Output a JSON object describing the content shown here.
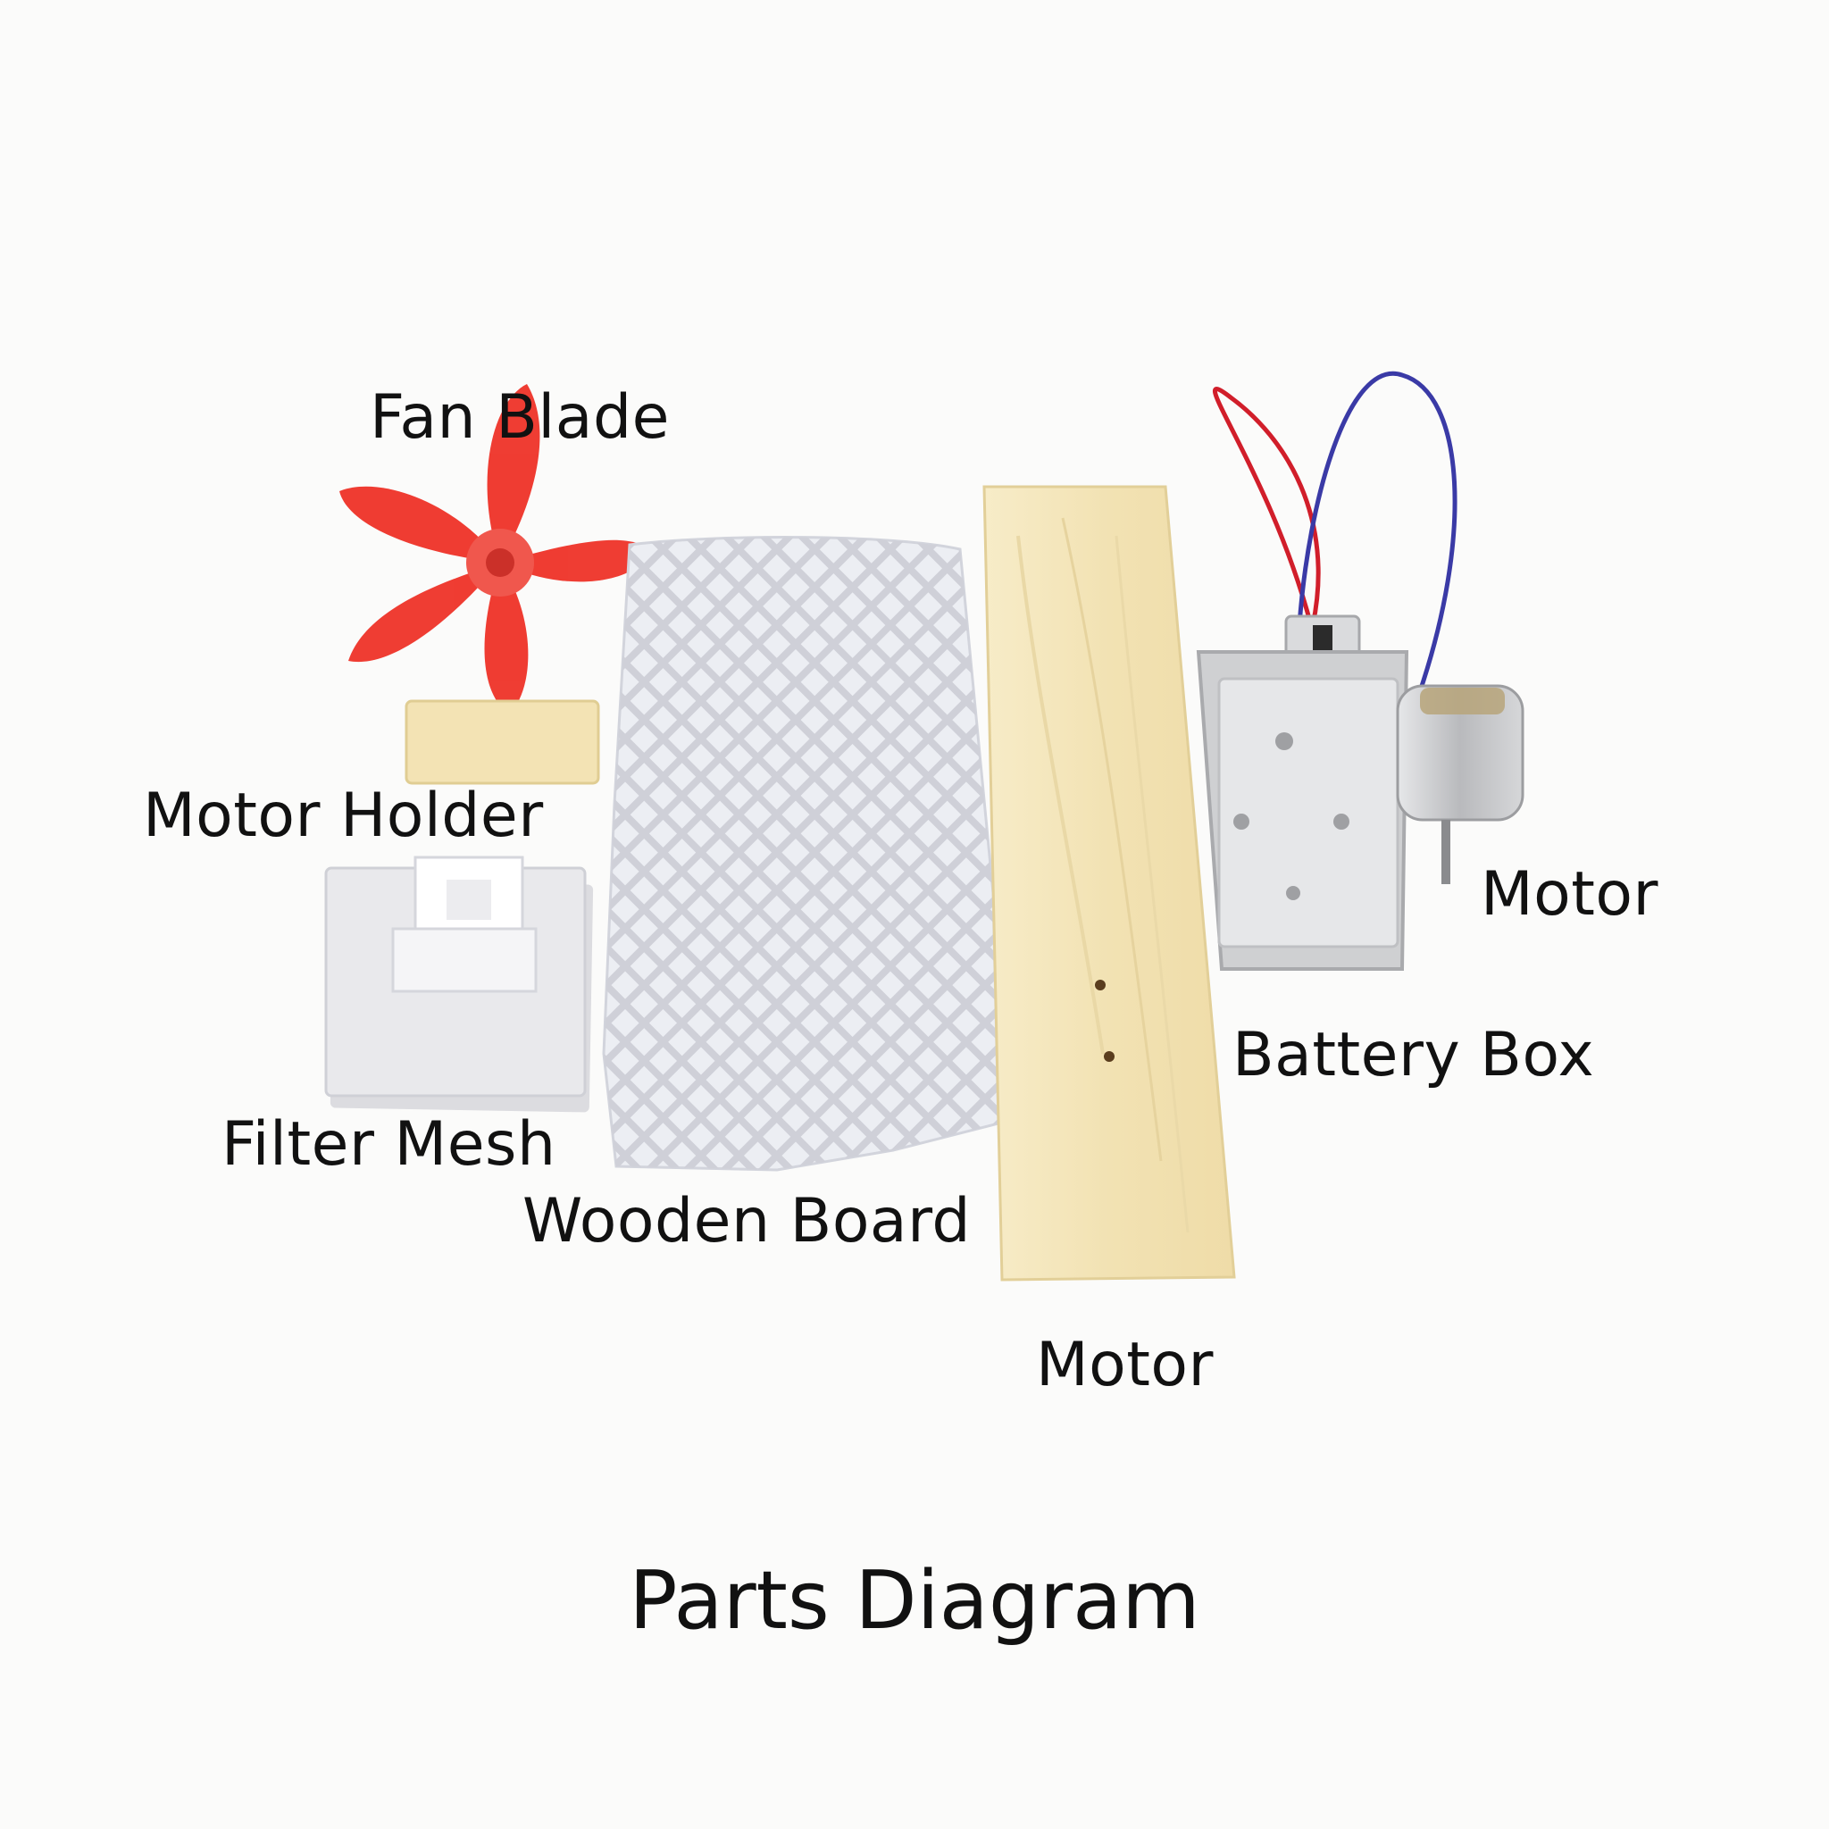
{
  "diagram": {
    "title": "Parts Diagram",
    "labels": {
      "fan_blade": "Fan Blade",
      "motor_holder": "Motor Holder",
      "filter_mesh": "Filter Mesh",
      "wooden_board": "Wooden Board",
      "motor_right": "Motor",
      "battery_box": "Battery Box",
      "motor_bottom": "Motor"
    },
    "colors": {
      "background": "#fbfbfa",
      "text": "#111111",
      "fan_blade": "#ee2c22",
      "wood": "#f4e6bd",
      "foam_block": "#f3e3b4",
      "foam_pad": "#e9e9ec",
      "mesh": "#e8e8ee",
      "battery_box": "#c9c9c9",
      "motor_metal": "#c5c6c8",
      "wire_red": "#d11e2a",
      "wire_blue": "#3a3aa6"
    }
  }
}
